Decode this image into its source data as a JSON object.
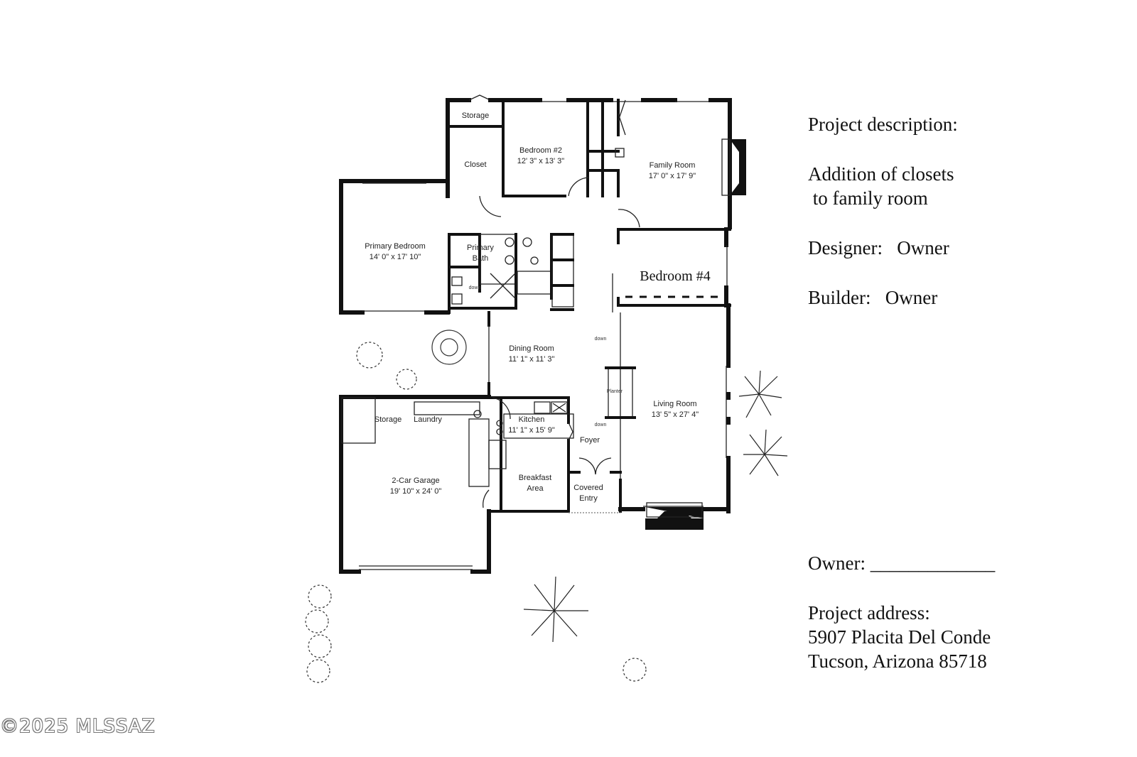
{
  "rooms": {
    "storage_top": "Storage",
    "closet": "Closet",
    "bedroom2": "Bedroom #2",
    "bedroom2_dim": "12' 3\" x 13' 3\"",
    "family_room": "Family Room",
    "family_room_dim": "17' 0\" x 17' 9\"",
    "primary_bedroom": "Primary Bedroom",
    "primary_bedroom_dim": "14' 0\" x 17' 10\"",
    "primary_bath_1": "Primary",
    "primary_bath_2": "Bath",
    "bedroom4": "Bedroom #4",
    "dining_room": "Dining Room",
    "dining_room_dim": "11' 1\" x 11' 3\"",
    "storage_garage": "Storage",
    "laundry": "Laundry",
    "kitchen": "Kitchen",
    "kitchen_dim": "11' 1\" x 15' 9\"",
    "planter": "Planter",
    "living_room": "Living Room",
    "living_room_dim": "13' 5\" x 27' 4\"",
    "foyer": "Foyer",
    "garage": "2-Car Garage",
    "garage_dim": "19' 10\" x 24' 0\"",
    "breakfast_1": "Breakfast",
    "breakfast_2": "Area",
    "covered_1": "Covered",
    "covered_2": "Entry",
    "down": "down"
  },
  "notes": {
    "project_description": "Project description:",
    "line1": "Addition of closets",
    "line2": " to family room",
    "designer": "Designer:   Owner",
    "builder": "Builder:   Owner",
    "owner": "Owner: _____________",
    "address_label": "Project address:",
    "address_line1": "5907 Placita Del Conde",
    "address_line2": "Tucson, Arizona 85718"
  },
  "watermark": "©2025 MLSSAZ"
}
